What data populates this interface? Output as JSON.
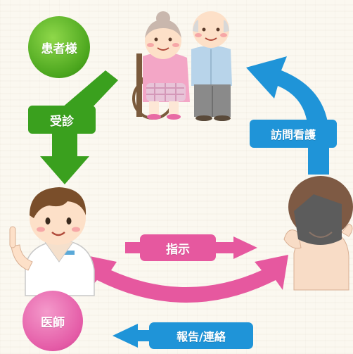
{
  "nodes": {
    "patient": "患者様",
    "doctor": "医師"
  },
  "arrows": {
    "consult": "受診",
    "home_nursing": "訪問看護",
    "instruction": "指示",
    "report_contact": "報告/連絡"
  },
  "colors": {
    "green": "#3aa01e",
    "blue": "#1f94d8",
    "pink": "#e6589f",
    "background": "#fbf8f0"
  }
}
